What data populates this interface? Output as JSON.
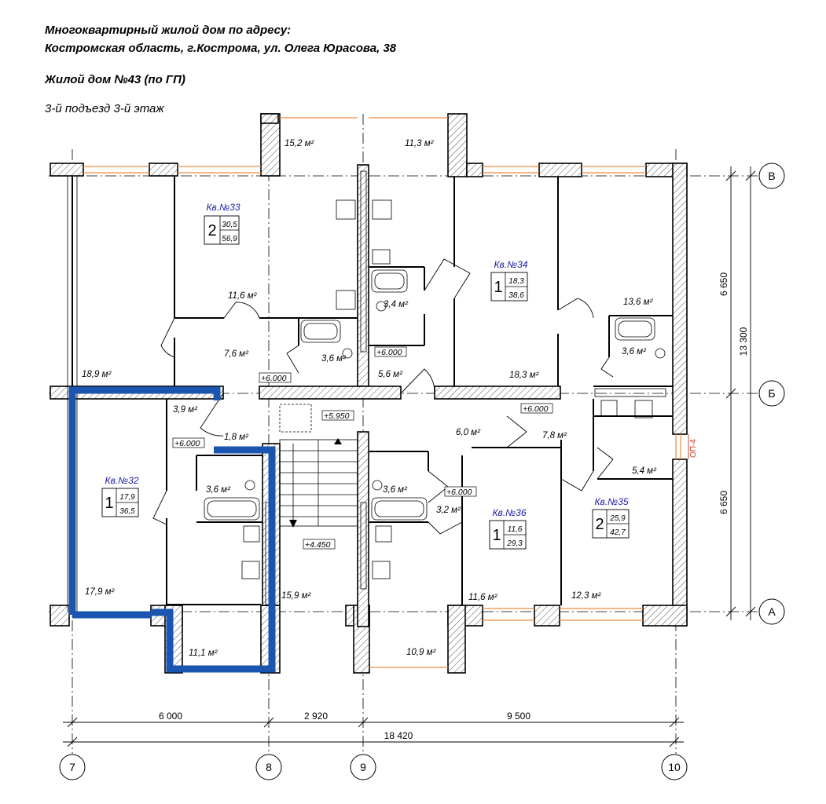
{
  "header": {
    "line1": "Многоквартирный жилой дом по адресу:",
    "line2": "Костромская область, г.Кострома, ул. Олега Юрасова, 38",
    "house": "Жилой дом №43 (по ГП)",
    "floor": "3-й подъезд 3-й этаж"
  },
  "axes": {
    "letters": [
      "В",
      "Б",
      "А"
    ],
    "numbers": [
      "7",
      "8",
      "9",
      "10"
    ]
  },
  "dimensions": {
    "bottom": [
      "6 000",
      "2 920",
      "9 500"
    ],
    "total": "18 420",
    "right_upper": "6 650",
    "right_lower": "6 650",
    "right_total": "13 300"
  },
  "apartments": [
    {
      "label": "Кв.№33",
      "rooms": "2",
      "living": "30,5",
      "total": "56,9"
    },
    {
      "label": "Кв.№34",
      "rooms": "1",
      "living": "18,3",
      "total": "38,6"
    },
    {
      "label": "Кв.№32",
      "rooms": "1",
      "living": "17,9",
      "total": "36,5"
    },
    {
      "label": "Кв.№36",
      "rooms": "1",
      "living": "11,6",
      "total": "29,3"
    },
    {
      "label": "Кв.№35",
      "rooms": "2",
      "living": "25,9",
      "total": "42,7"
    }
  ],
  "rooms": [
    "15,2 м²",
    "11,3 м²",
    "11,6 м²",
    "7,6 м²",
    "3,6 м²",
    "3,4 м²",
    "18,9 м²",
    "5,6 м²",
    "18,3 м²",
    "13,6 м²",
    "3,6 м²",
    "3,9 м²",
    "1,8 м²",
    "3,6 м²",
    "17,9 м²",
    "11,1 м²",
    "15,9 м²",
    "3,6 м²",
    "3,2 м²",
    "6,0 м²",
    "7,8 м²",
    "5,4 м²",
    "11,6 м²",
    "10,9 м²",
    "12,3 м²"
  ],
  "levels": [
    "+6.000",
    "+6.000",
    "+5.950",
    "+6.000",
    "+6.000",
    "+6.000",
    "+4.450"
  ],
  "marks": {
    "op": "ОП-4"
  }
}
